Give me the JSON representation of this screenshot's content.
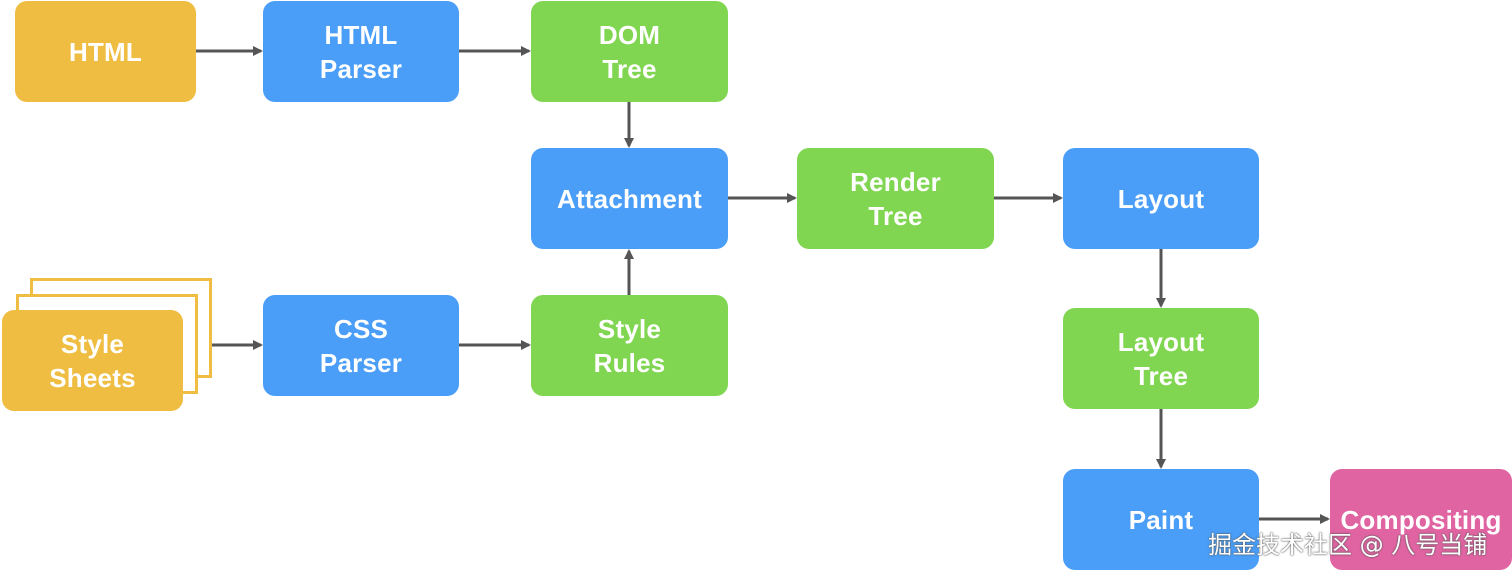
{
  "nodes": {
    "html": {
      "lines": [
        "HTML"
      ]
    },
    "html_parser": {
      "lines": [
        "HTML",
        "Parser"
      ]
    },
    "dom_tree": {
      "lines": [
        "DOM",
        "Tree"
      ]
    },
    "attachment": {
      "lines": [
        "Attachment"
      ]
    },
    "render_tree": {
      "lines": [
        "Render",
        "Tree"
      ]
    },
    "layout": {
      "lines": [
        "Layout"
      ]
    },
    "style_sheets": {
      "lines": [
        "Style",
        "Sheets"
      ]
    },
    "css_parser": {
      "lines": [
        "CSS",
        "Parser"
      ]
    },
    "style_rules": {
      "lines": [
        "Style",
        "Rules"
      ]
    },
    "layout_tree": {
      "lines": [
        "Layout",
        "Tree"
      ]
    },
    "paint": {
      "lines": [
        "Paint"
      ]
    },
    "compositing": {
      "lines": [
        "Compositing"
      ]
    }
  },
  "edges": [
    [
      "html",
      "html_parser"
    ],
    [
      "html_parser",
      "dom_tree"
    ],
    [
      "dom_tree",
      "attachment"
    ],
    [
      "style_sheets",
      "css_parser"
    ],
    [
      "css_parser",
      "style_rules"
    ],
    [
      "style_rules",
      "attachment"
    ],
    [
      "attachment",
      "render_tree"
    ],
    [
      "render_tree",
      "layout"
    ],
    [
      "layout",
      "layout_tree"
    ],
    [
      "layout_tree",
      "paint"
    ],
    [
      "paint",
      "compositing"
    ]
  ],
  "colors": {
    "input": "#efbd42",
    "process": "#4a9ef8",
    "data": "#80d551",
    "final": "#e064a2",
    "arrow": "#555555"
  },
  "watermark": "掘金技术社区 @ 八号当铺"
}
